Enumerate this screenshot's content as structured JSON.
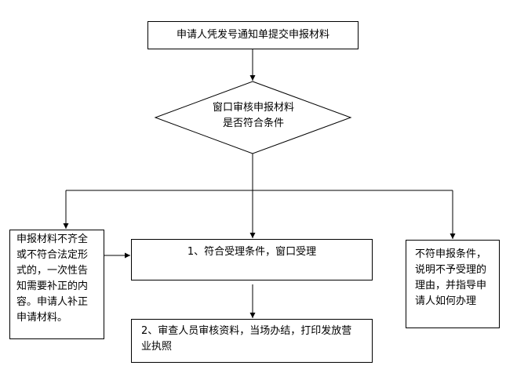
{
  "nodes": {
    "apply": "申请人凭发号通知单提交申报材料",
    "review": "窗口审核申报材料\n是否符合条件",
    "incomplete": "申报材料不齐全\n或不符合法定形\n式的，一次性告\n知需要补正的内\n容。申请人补正\n申请材料。",
    "accept": "1、符合受理条件，窗口受理",
    "reject": "不符申报条件，\n说明不予受理的\n理由，并指导申\n请人如何办理",
    "issue": "2、审查人员审核资料，当场办结，打印发放营\n业执照"
  }
}
